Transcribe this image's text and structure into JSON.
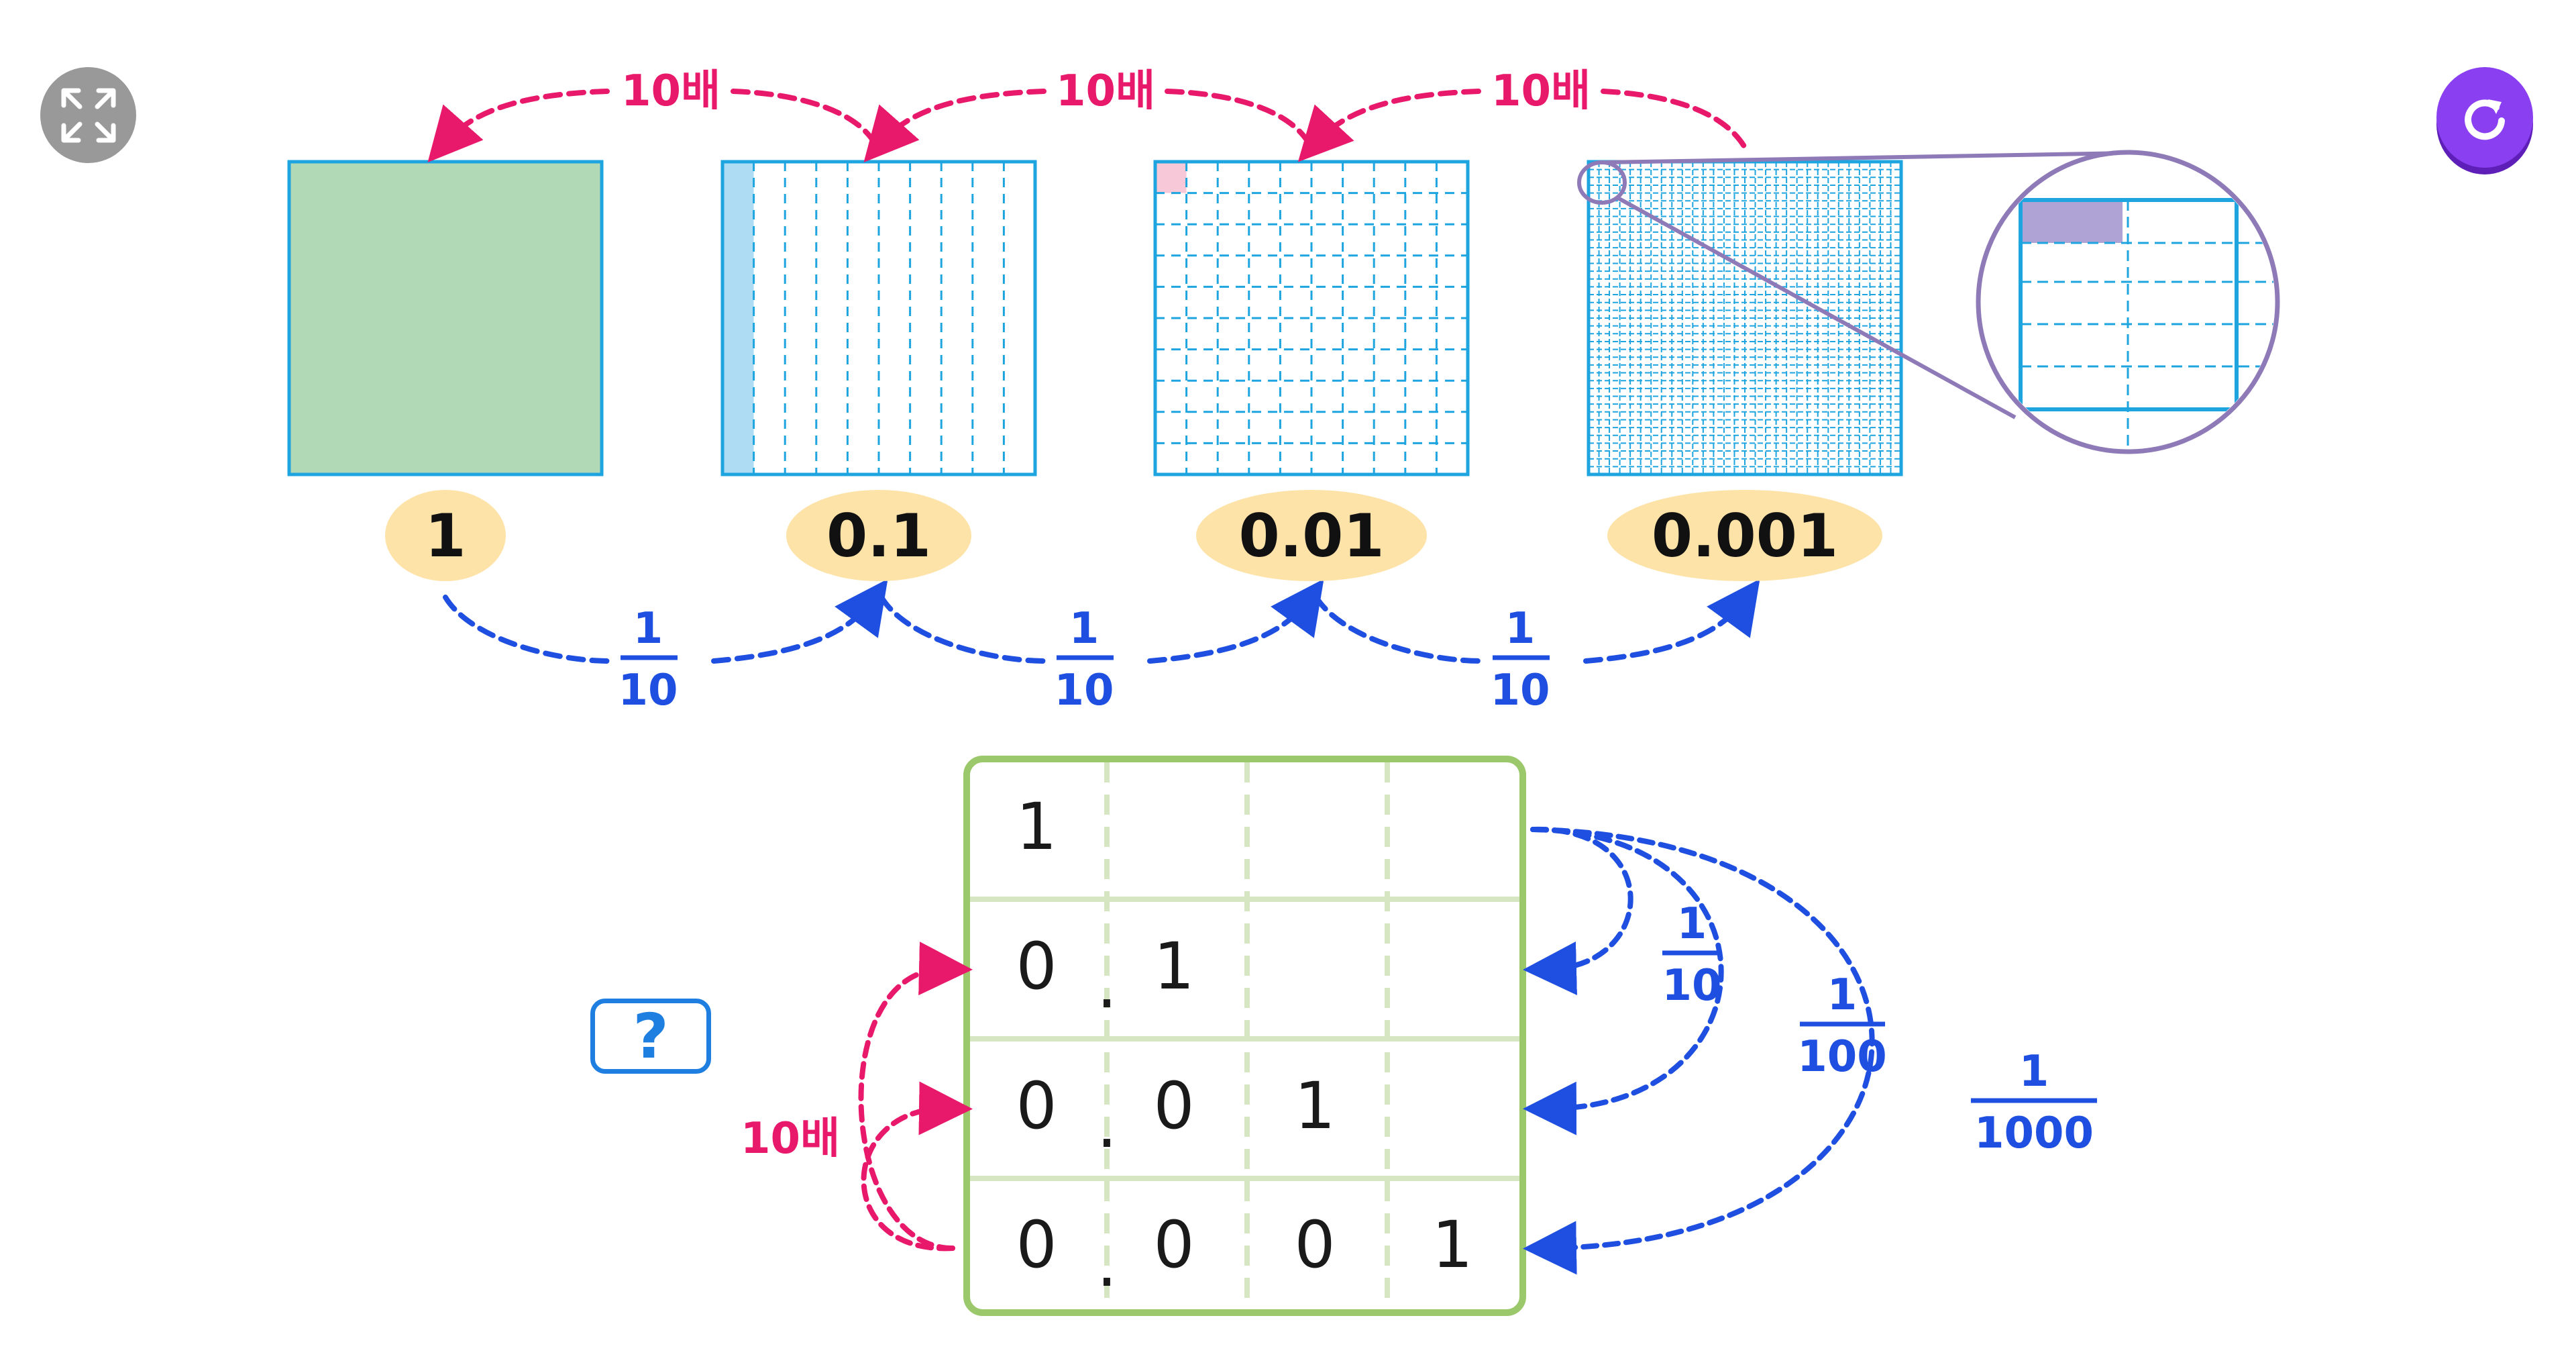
{
  "toolbar": {
    "expand_icon": "expand-arrows-icon",
    "refresh_icon": "refresh-icon",
    "refresh_color": "#8a3ff0"
  },
  "squares": [
    {
      "value_label": "1"
    },
    {
      "value_label": "0.1"
    },
    {
      "value_label": "0.01"
    },
    {
      "value_label": "0.001"
    }
  ],
  "top_arrows": [
    {
      "label": "10배"
    },
    {
      "label": "10배"
    },
    {
      "label": "10배"
    }
  ],
  "bottom_arrows": [
    {
      "numerator": "1",
      "denominator": "10"
    },
    {
      "numerator": "1",
      "denominator": "10"
    },
    {
      "numerator": "1",
      "denominator": "10"
    }
  ],
  "place_table": {
    "rows": [
      [
        "1",
        "",
        "",
        ""
      ],
      [
        "0",
        "1",
        "",
        ""
      ],
      [
        "0",
        "0",
        "1",
        ""
      ],
      [
        "0",
        "0",
        "0",
        "1"
      ]
    ],
    "decimal_point": "."
  },
  "right_fractions": [
    {
      "numerator": "1",
      "denominator": "10"
    },
    {
      "numerator": "1",
      "denominator": "100"
    },
    {
      "numerator": "1",
      "denominator": "1000"
    }
  ],
  "left_label": "10배",
  "question_mark": "?",
  "colors": {
    "pink": "#e8186a",
    "blue": "#1f4fe0",
    "green_fill": "#b2d9b6",
    "grid_blue": "#1ea5e0",
    "table_border": "#9bc86b"
  }
}
